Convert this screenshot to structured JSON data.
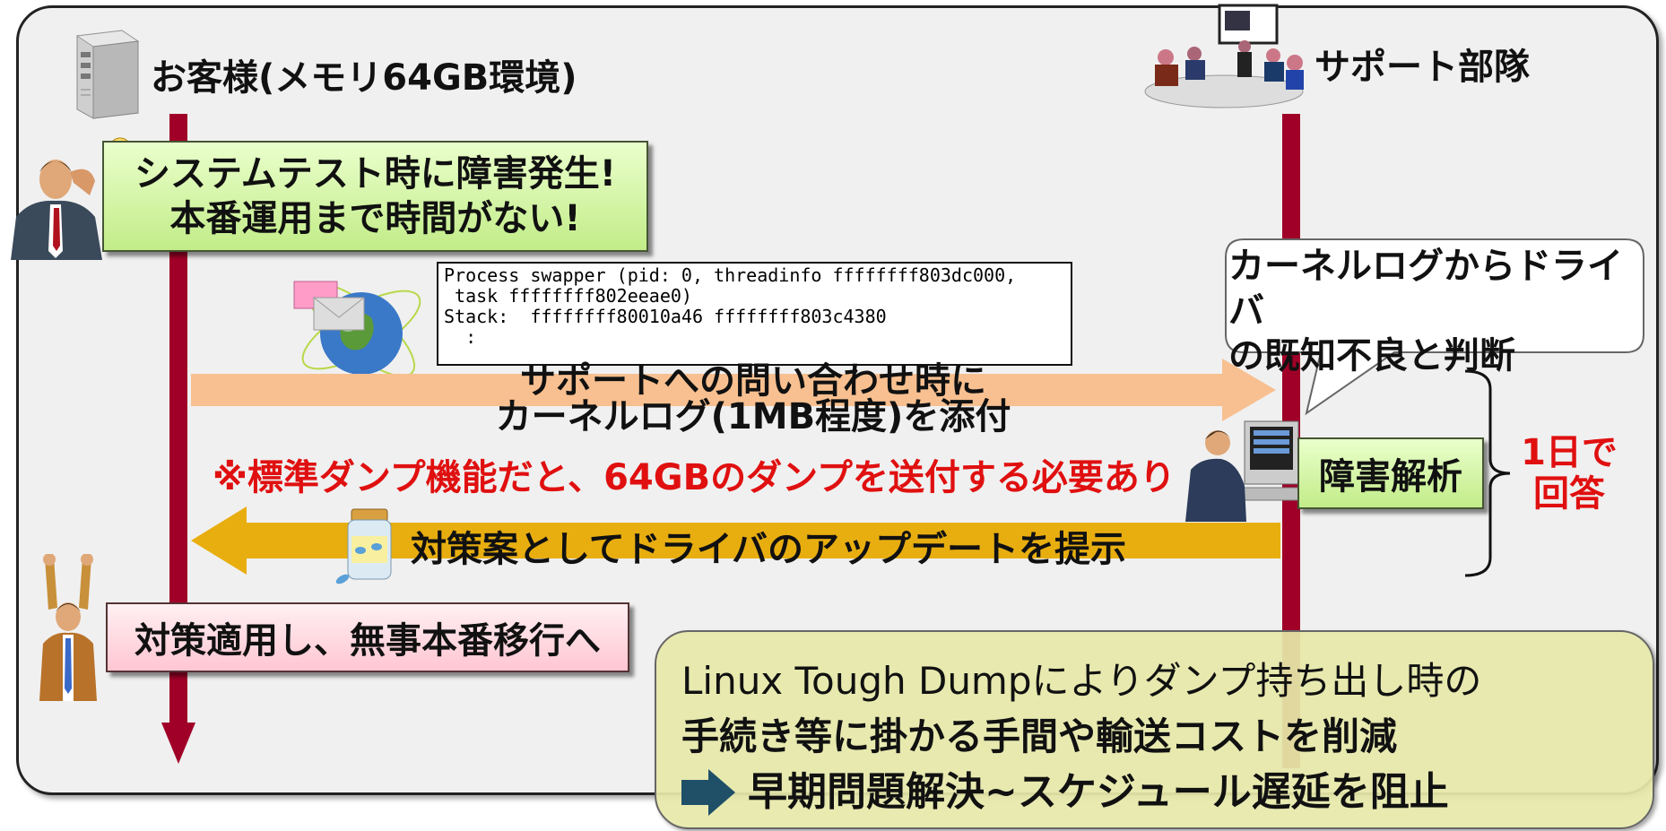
{
  "customer": {
    "label": "お客様(メモリ64GB環境)"
  },
  "support": {
    "label": "サポート部隊"
  },
  "problem": {
    "line1": "システムテスト時に障害発生!",
    "line2": "本番運用まで時間がない!"
  },
  "kernel_log": {
    "lines": [
      "Process swapper (pid: 0, threadinfo ffffffff803dc000,",
      " task ffffffff802eeae0)",
      "Stack:  ffffffff80010a46 ffffffff803c4380",
      "  :"
    ]
  },
  "inquiry_arrow": {
    "line1": "サポートへの問い合わせ時に",
    "line2": "カーネルログ(1MB程度)を添付"
  },
  "warning": "※標準ダンプ機能だと、64GBのダンプを送付する必要あり",
  "analysis": "障害解析",
  "diagnosis_bubble": {
    "line1": "カーネルログからドライバ",
    "line2": "の既知不良と判断"
  },
  "answer": {
    "line1": "1日で",
    "line2": "回答"
  },
  "solution_arrow": "対策案としてドライバのアップデートを提示",
  "result": "対策適用し、無事本番移行へ",
  "summary": {
    "line1": "Linux Tough Dumpによりダンプ持ち出し時の",
    "line2": "手続き等に掛かる手間や輸送コストを削減",
    "line3": "早期問題解決~スケジュール遅延を阻止"
  },
  "colors": {
    "lifeline": "#a00028",
    "inquiry_arrow": "#f8c090",
    "solution_arrow": "#e8ae10",
    "warning_text": "#e01010",
    "summary_arrow": "#1f5068"
  },
  "icons": [
    "server-icon",
    "meeting-icon",
    "worried-person-icon",
    "mail-globe-icon",
    "support-engineer-icon",
    "medicine-bottle-icon",
    "celebrating-person-icon"
  ]
}
